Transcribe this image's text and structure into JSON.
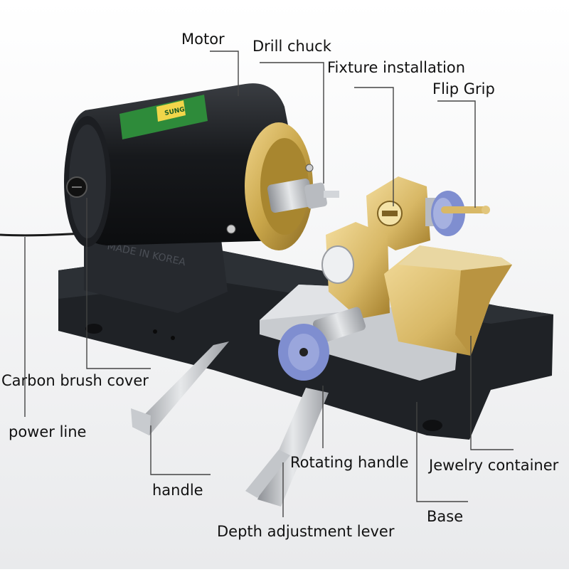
{
  "labels": {
    "motor": "Motor",
    "drill_chuck": "Drill chuck",
    "fixture_installation": "Fixture installation",
    "flip_grip": "Flip Grip",
    "carbon_brush_cover": "Carbon brush cover",
    "power_line": "power line",
    "handle": "handle",
    "rotating_handle": "Rotating handle",
    "jewelry_container": "Jewelry container",
    "base": "Base",
    "depth_adjustment_lever": "Depth adjustment lever"
  },
  "motor_plate": {
    "brand_text": "SUNG",
    "cast_text": "MADE IN KOREA"
  },
  "colors": {
    "motor_body": "#17191c",
    "base_plate": "#1f2226",
    "brass": "#c9a64a",
    "gold": "#d8b866",
    "steel": "#c3c6ca",
    "knob_blue": "#7f8ed0",
    "label_green": "#2e8b3a",
    "leader_line": "#444444"
  }
}
